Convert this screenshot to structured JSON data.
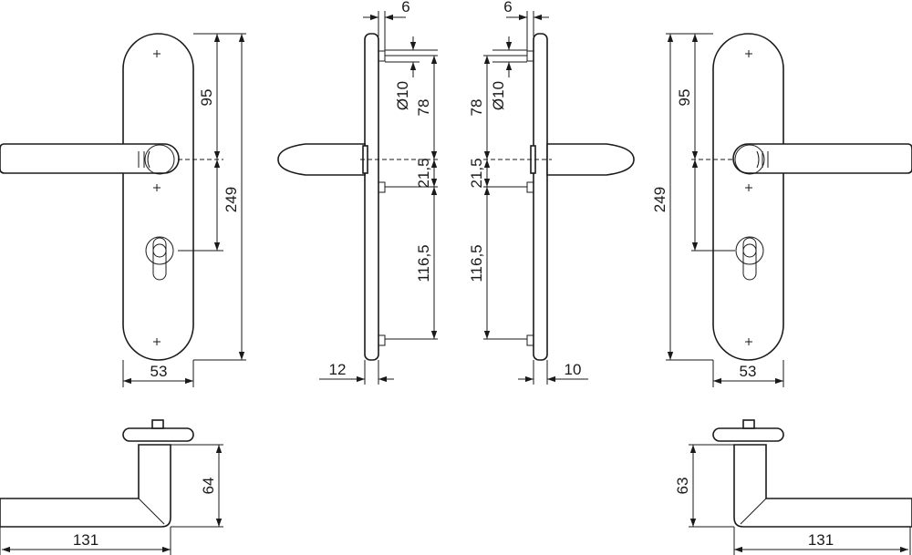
{
  "drawing": {
    "colors": {
      "line": "#1a1a1a",
      "background": "#ffffff"
    },
    "dimensions": {
      "front_left": {
        "upper": "95",
        "lower": "249",
        "width": "53"
      },
      "side_left": {
        "top": "6",
        "bore": "Ø10",
        "spacing_top": "78",
        "spacing_mid": "21,5",
        "spacing_low": "116,5",
        "thickness": "12"
      },
      "side_right": {
        "top": "6",
        "bore": "Ø10",
        "spacing_top": "78",
        "spacing_mid": "21,5",
        "spacing_low": "116,5",
        "thickness": "10"
      },
      "front_right": {
        "upper": "95",
        "lower": "249",
        "width": "53"
      },
      "plan_left": {
        "height": "64",
        "length": "131"
      },
      "plan_right": {
        "height": "63",
        "length": "131"
      }
    }
  }
}
